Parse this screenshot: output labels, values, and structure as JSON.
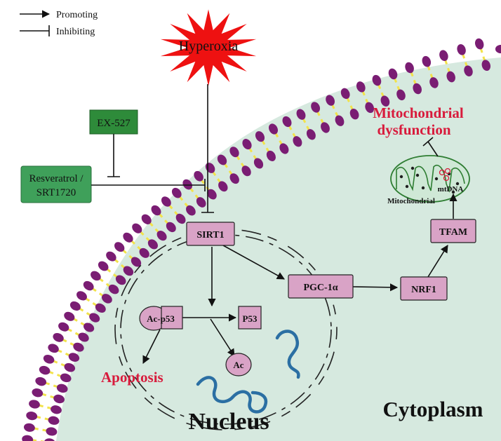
{
  "legend": {
    "promoting": "Promoting",
    "inhibiting": "Inhibiting"
  },
  "stimulus": {
    "label": "Hyperoxia"
  },
  "drugs": {
    "ex527": "EX-527",
    "resveratrol_line1": "Resveratrol /",
    "resveratrol_line2": "SRT1720"
  },
  "nodes": {
    "sirt1": "SIRT1",
    "pgc1a": "PGC-1α",
    "nrf1": "NRF1",
    "tfam": "TFAM",
    "acp53": "Ac-p53",
    "p53": "P53",
    "ac": "Ac"
  },
  "outcomes": {
    "apoptosis": "Apoptosis",
    "mito_dysfunction_line1": "Mitochondrial",
    "mito_dysfunction_line2": "dysfunction"
  },
  "labels": {
    "mitochondrial": "Mitochondrial",
    "mtdna": "mtDNA",
    "nucleus": "Nucleus",
    "cytoplasm": "Cytoplasm"
  },
  "colors": {
    "cytoplasm": "#d6e9df",
    "node_fill": "#d9a3c6",
    "drug_green_dark": "#2e8b3a",
    "drug_green_light": "#3fa05a",
    "star_red": "#ee1111",
    "outcome_red": "#d81b3c",
    "lipid_head": "#7a1d73",
    "lipid_tail": "#f2e24a",
    "dna_blue": "#2b6fa3"
  }
}
